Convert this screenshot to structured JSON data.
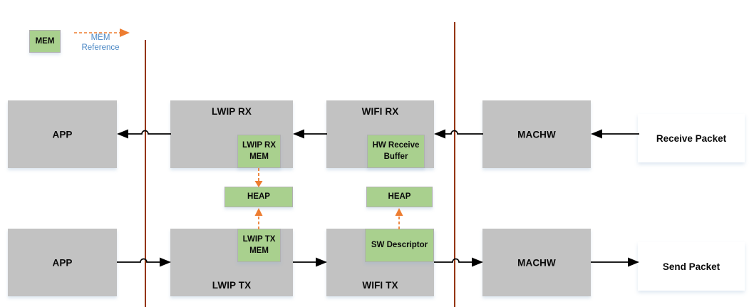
{
  "legend": {
    "mem_box_label": "MEM",
    "reference_label_line1": "MEM",
    "reference_label_line2": "Reference",
    "reference_color": "#4a87c4",
    "dashed_arrow_color": "#ED7D31"
  },
  "colors": {
    "process_block": "#c2c2c2",
    "memory_block": "#a9d08e",
    "boundary_rule": "#943400",
    "flow_arrow": "#000000",
    "mem_reference_arrow": "#ED7D31"
  },
  "rx_row": {
    "app": "APP",
    "lwip_rx": "LWIP RX",
    "lwip_rx_mem_line1": "LWIP RX",
    "lwip_rx_mem_line2": "MEM",
    "wifi_rx": "WIFI RX",
    "hw_receive_buffer_line1": "HW Receive",
    "hw_receive_buffer_line2": "Buffer",
    "machw": "MACHW",
    "packet": "Receive Packet",
    "heap": "HEAP"
  },
  "tx_row": {
    "app": "APP",
    "lwip_tx": "LWIP TX",
    "lwip_tx_mem_line1": "LWIP TX",
    "lwip_tx_mem_line2": "MEM",
    "wifi_tx": "WIFI TX",
    "sw_descriptor": "SW Descriptor",
    "machw": "MACHW",
    "packet": "Send Packet",
    "heap": "HEAP"
  }
}
